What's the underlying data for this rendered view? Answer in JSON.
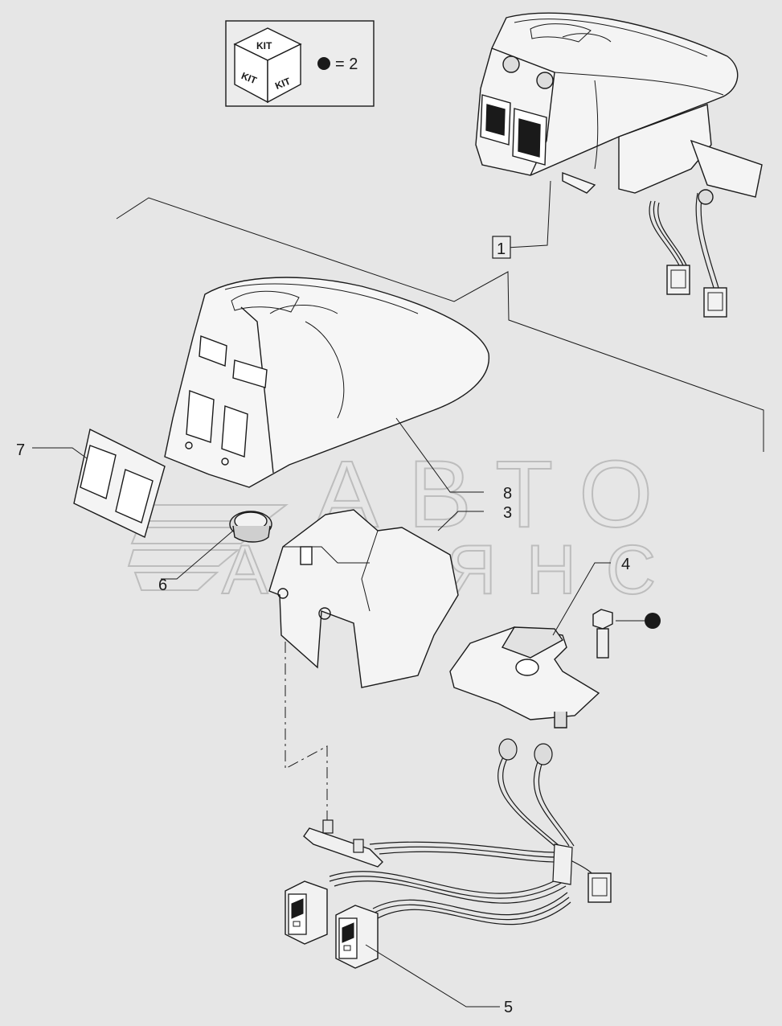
{
  "kit_box": {
    "cube_top": "KIT",
    "cube_left": "KIT",
    "cube_right": "KIT",
    "legend_text": "= 2"
  },
  "callouts": {
    "c1": "1",
    "c3": "3",
    "c4": "4",
    "c5": "5",
    "c6": "6",
    "c7": "7",
    "c8": "8"
  },
  "watermark": {
    "line1": "АВТО",
    "line2": "АЛЬЯНС"
  },
  "colors": {
    "background": "#e6e6e6",
    "line": "#1a1a1a",
    "watermark": "#bdbdbd"
  }
}
